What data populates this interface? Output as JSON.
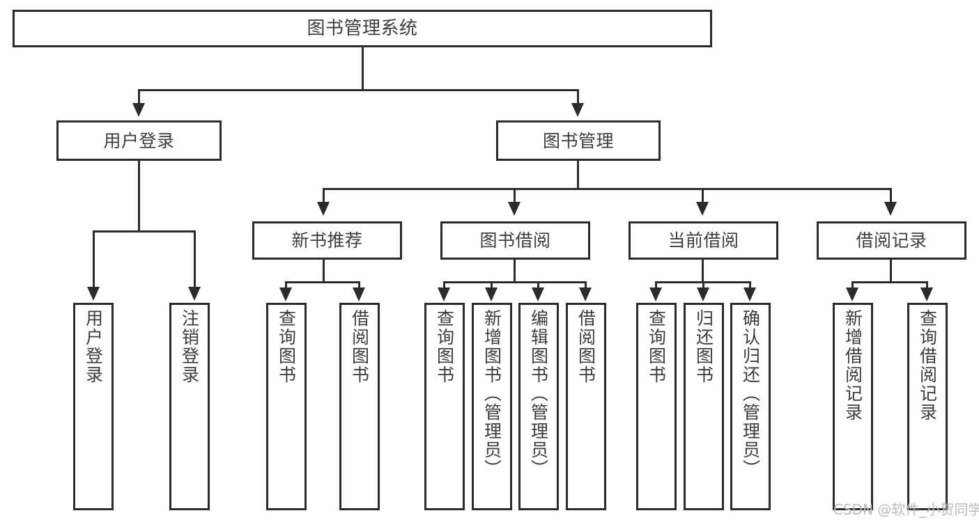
{
  "diagram": {
    "title": "图书管理系统",
    "type": "hierarchy-tree",
    "watermark": "CSDN @软件_小贺同学",
    "colors": {
      "line": "#2b2b2b",
      "text": "#3c3c3c",
      "background": "#ffffff",
      "watermark": "#b9b9b9"
    }
  },
  "root": {
    "label": "图书管理系统"
  },
  "level1": [
    {
      "label": "用户登录"
    },
    {
      "label": "图书管理"
    }
  ],
  "level2": [
    {
      "label": "新书推荐"
    },
    {
      "label": "图书借阅"
    },
    {
      "label": "当前借阅"
    },
    {
      "label": "借阅记录"
    }
  ],
  "leaves": {
    "user_login": [
      {
        "label": "用户登录"
      },
      {
        "label": "注销登录"
      }
    ],
    "new_book": [
      {
        "label": "查询图书"
      },
      {
        "label": "借阅图书"
      }
    ],
    "book_borrow": [
      {
        "label": "查询图书"
      },
      {
        "label": "新增图书（管理员）"
      },
      {
        "label": "编辑图书（管理员）"
      },
      {
        "label": "借阅图书"
      }
    ],
    "current_borrow": [
      {
        "label": "查询图书"
      },
      {
        "label": "归还图书"
      },
      {
        "label": "确认归还（管理员）"
      }
    ],
    "borrow_record": [
      {
        "label": "新增借阅记录"
      },
      {
        "label": "查询借阅记录"
      }
    ]
  }
}
